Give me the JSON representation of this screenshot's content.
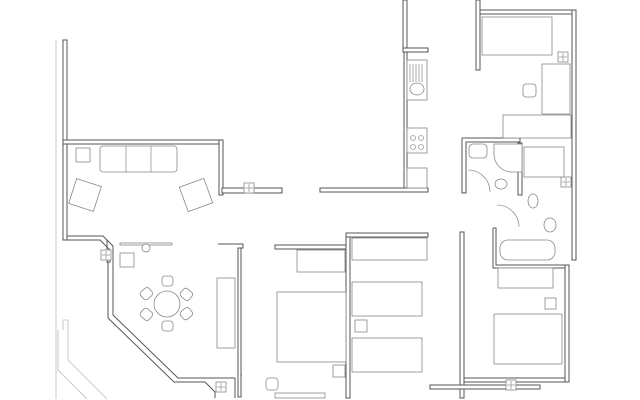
{
  "plan": {
    "colors": {
      "background": "#ffffff",
      "wall": "#555555",
      "furniture": "#888888"
    },
    "rooms": [
      "living-room",
      "dining-area",
      "kitchen",
      "bedroom-1",
      "bedroom-2",
      "bedroom-3",
      "bedroom-4",
      "bathroom-1",
      "bathroom-2",
      "hallway"
    ]
  }
}
